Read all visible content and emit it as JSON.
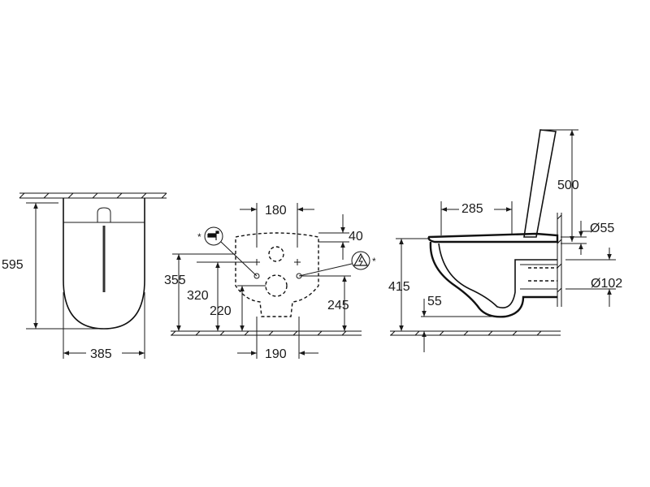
{
  "front_view": {
    "height": "595",
    "width": "385"
  },
  "wall_view": {
    "fix_width": "180",
    "offset_top": "40",
    "height_355": "355",
    "height_320": "320",
    "height_220": "220",
    "height_245": "245",
    "fix_span": "190",
    "note_mark_left": "*",
    "note_mark_right": "*"
  },
  "side_view": {
    "projection": "285",
    "lid_height": "500",
    "water_inlet": "Ø55",
    "drain_outlet": "Ø102",
    "seat_height": "415",
    "rim_offset": "55"
  }
}
